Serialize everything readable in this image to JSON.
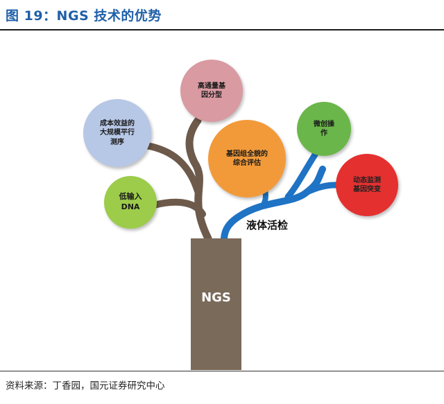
{
  "header": {
    "title": "图 19：NGS 技术的优势"
  },
  "diagram": {
    "trunk_label": "NGS",
    "liquid_biopsy_label": "液体活检",
    "bubbles": {
      "high_throughput": "高通量基\n因分型",
      "cost_efficient": "成本效益的\n大规模平行\n测序",
      "genome_eval": "基因组全貌的\n综合评估",
      "minimally_invasive": "微创操\n作",
      "dynamic_monitoring": "动态监测\n基因突变",
      "low_input_dna": "低输入\nDNA"
    },
    "colors": {
      "trunk": "#7a6a5a",
      "brown_branch": "#6e5a4a",
      "blue_branch": "#1f73c4",
      "pink": "#d99aa2",
      "light_blue": "#b7c7e6",
      "orange": "#f29a3a",
      "green": "#6bb64a",
      "red": "#e53030",
      "lime": "#9ccc4a"
    }
  },
  "footer": {
    "source": "资料来源：丁香园，国元证券研究中心"
  }
}
